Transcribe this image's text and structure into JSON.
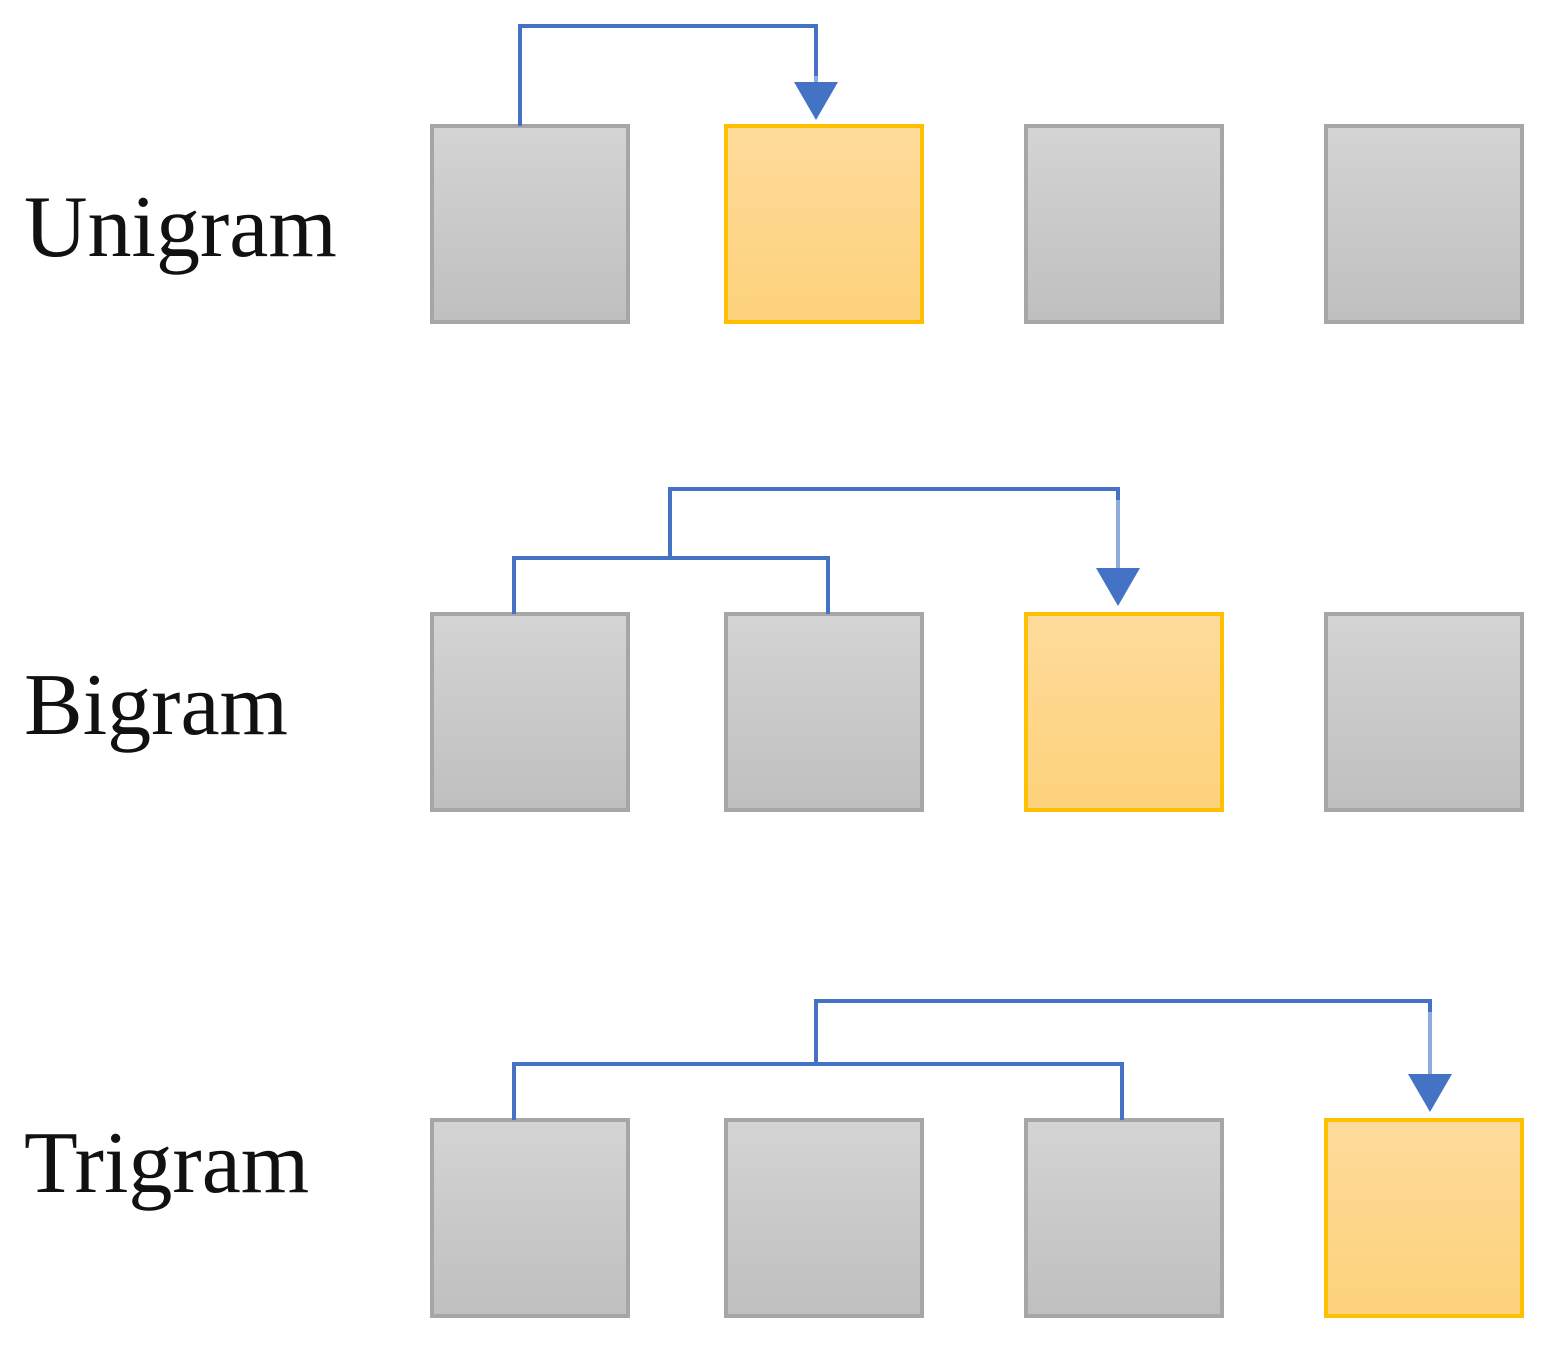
{
  "colors": {
    "connector": "#4472c4",
    "context_fill": "#c8c8c8",
    "context_border": "#a6a6a6",
    "target_fill": "#fed78a",
    "target_border": "#ffc000"
  },
  "rows": [
    {
      "label": "Unigram",
      "context_count": 1,
      "target_index": 1
    },
    {
      "label": "Bigram",
      "context_count": 2,
      "target_index": 2
    },
    {
      "label": "Trigram",
      "context_count": 3,
      "target_index": 3
    }
  ]
}
